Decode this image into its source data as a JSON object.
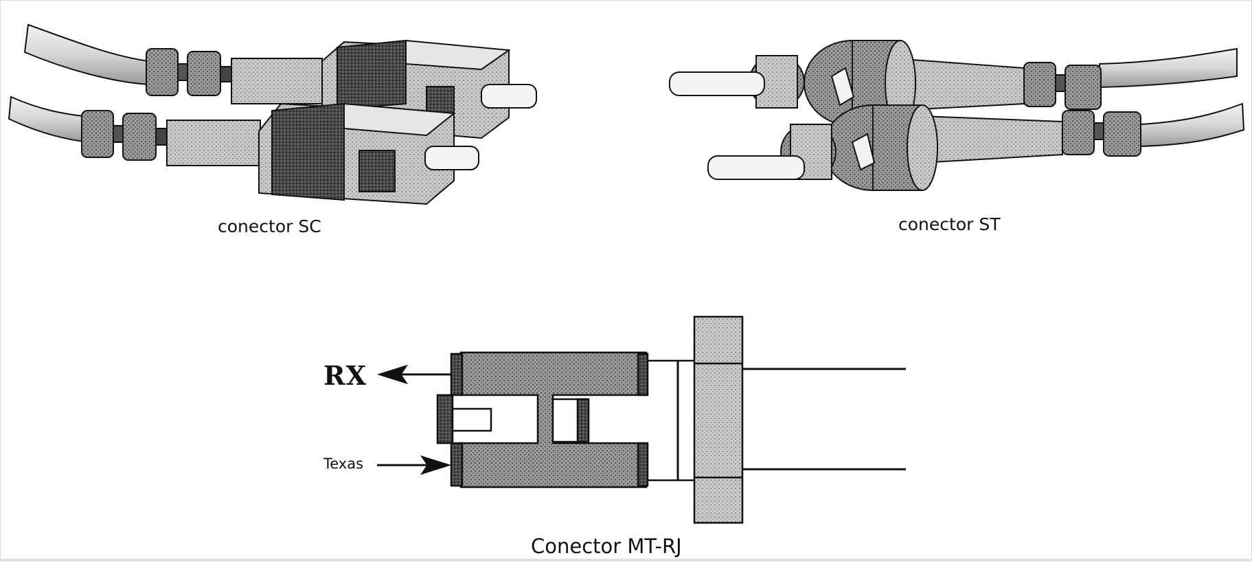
{
  "labels": {
    "sc": "conector SC",
    "st": "conector ST",
    "mtrj": "Conector MT-RJ",
    "rx": "RX",
    "tx": "Texas"
  }
}
